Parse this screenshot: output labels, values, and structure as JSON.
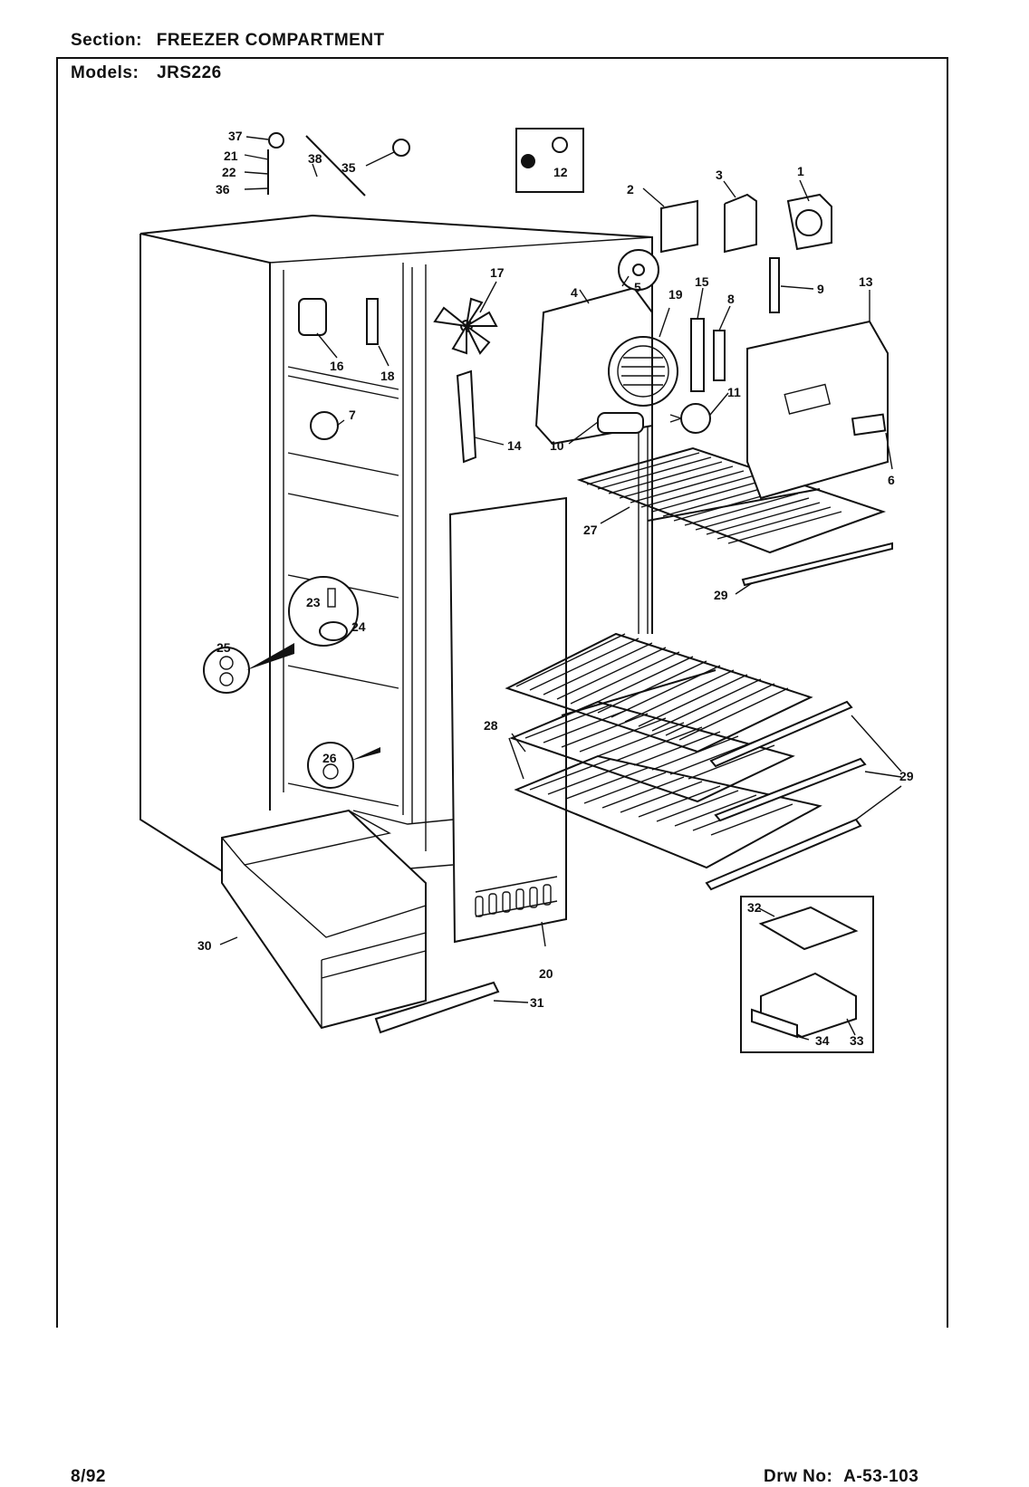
{
  "header": {
    "section_label": "Section:",
    "section_value": "FREEZER COMPARTMENT",
    "models_label": "Models:",
    "models_value": "JRS226"
  },
  "footer": {
    "date": "8/92",
    "drawing_label": "Drw No:",
    "drawing_number": "A-53-103"
  },
  "callouts": [
    "1",
    "2",
    "3",
    "4",
    "5",
    "6",
    "7",
    "8",
    "9",
    "10",
    "11",
    "12",
    "13",
    "14",
    "15",
    "16",
    "17",
    "18",
    "19",
    "20",
    "21",
    "22",
    "23",
    "24",
    "25",
    "26",
    "27",
    "28",
    "29",
    "29",
    "29",
    "30",
    "31",
    "32",
    "33",
    "34",
    "35",
    "36",
    "37",
    "38"
  ]
}
